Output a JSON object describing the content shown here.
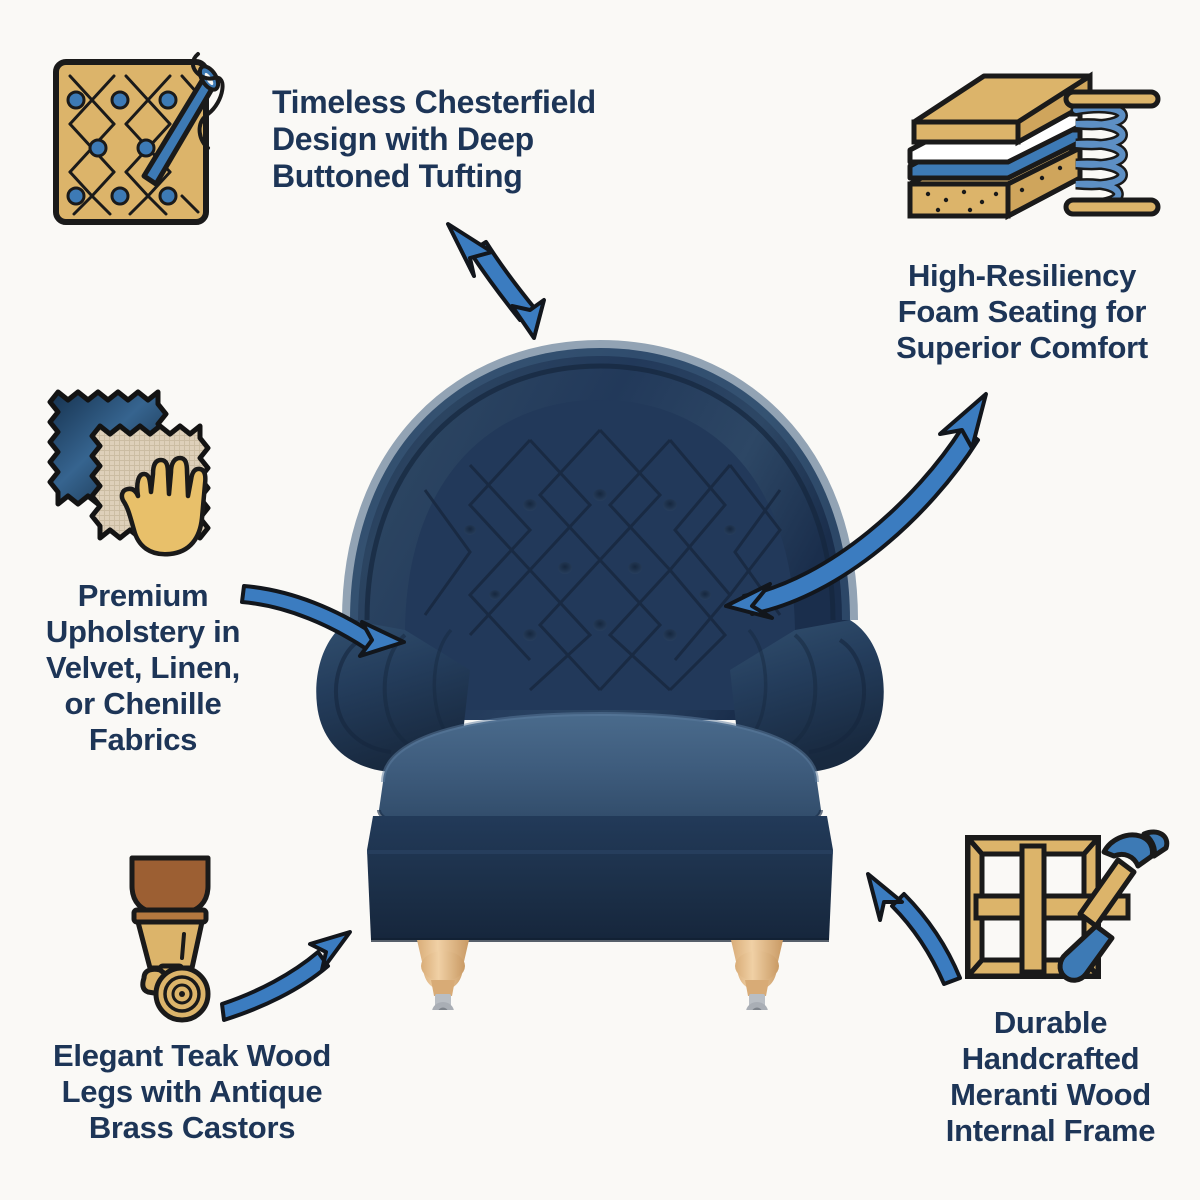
{
  "page": {
    "type": "product-feature-infographic",
    "background_color": "#faf9f6",
    "text_color": "#1d3557",
    "accent_arrow_color": "#3b7cc0",
    "arrow_outline_color": "#12161c",
    "icon_wood_color": "#ddb濃"
  },
  "product": {
    "name": "Chesterfield Armchair",
    "upholstery_color": "#243a55",
    "seat_cushion_color": "#3f5a78",
    "leg_color": "#e8c79a",
    "castor_color": "#c9ccd1"
  },
  "features": [
    {
      "id": "tufting",
      "icon": "tufted-fabric-needle-icon",
      "text": "Timeless Chesterfield\nDesign with Deep\nButtoned Tufting",
      "position": "top-left",
      "arrow": "double-headed-curved"
    },
    {
      "id": "foam",
      "icon": "foam-layers-spring-icon",
      "text": "High-Resiliency\nFoam Seating for\nSuperior Comfort",
      "position": "top-right",
      "arrow": "double-headed-curved"
    },
    {
      "id": "upholstery",
      "icon": "fabric-swatches-hand-icon",
      "text": "Premium\nUpholstery in\nVelvet, Linen,\nor Chenille\nFabrics",
      "position": "left",
      "arrow": "single-headed-curved"
    },
    {
      "id": "legs",
      "icon": "wood-leg-castor-icon",
      "text": "Elegant Teak Wood\nLegs with Antique\nBrass Castors",
      "position": "bottom-left",
      "arrow": "single-headed-curved"
    },
    {
      "id": "frame",
      "icon": "wood-frame-hammer-icon",
      "text": "Durable\nHandcrafted\nMeranti Wood\nInternal Frame",
      "position": "bottom-right",
      "arrow": "single-headed-curved"
    }
  ],
  "colors": {
    "navy_text": "#1d3557",
    "arrow_blue": "#3b7cc0",
    "icon_tan": "#dcb46a",
    "icon_tan_light": "#e8cf9a",
    "icon_outline": "#1a1a1a",
    "icon_blue": "#3d7ab5",
    "icon_brown": "#9c5f33",
    "linen_beige": "#ded0ba",
    "velvet_navy": "#1b3553"
  }
}
